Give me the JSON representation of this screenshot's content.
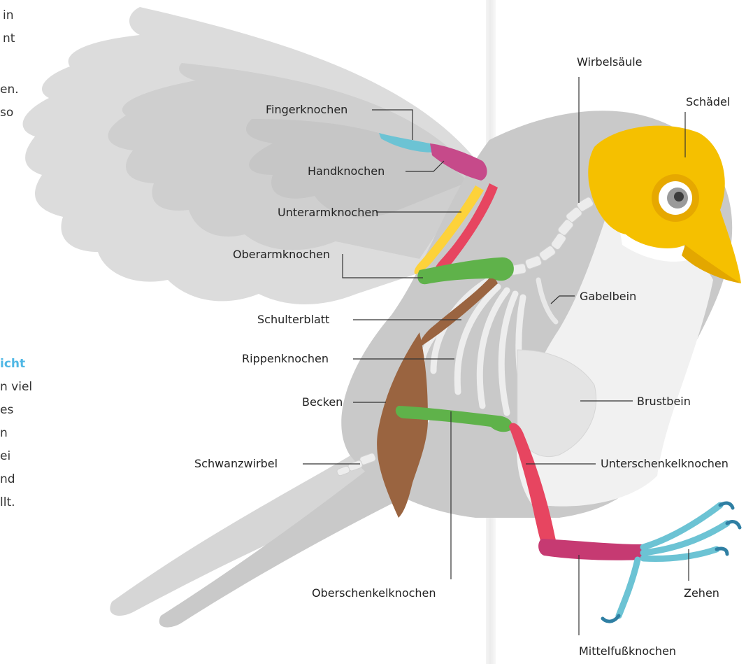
{
  "left_text_fragments": [
    {
      "text": "in",
      "blue": false
    },
    {
      "text": "nt",
      "blue": false
    },
    {
      "text": "en.",
      "blue": false
    },
    {
      "text": "so",
      "blue": false
    },
    {
      "text": "icht",
      "blue": true
    },
    {
      "text": "n viel",
      "blue": false
    },
    {
      "text": "es",
      "blue": false
    },
    {
      "text": "n",
      "blue": false
    },
    {
      "text": "ei",
      "blue": false
    },
    {
      "text": "nd",
      "blue": false
    },
    {
      "text": "llt.",
      "blue": false
    }
  ],
  "labels": {
    "wirbelsaeule": "Wirbelsäule",
    "schaedel": "Schädel",
    "fingerknochen": "Fingerknochen",
    "handknochen": "Handknochen",
    "unterarmknochen": "Unterarmknochen",
    "oberarmknochen": "Oberarmknochen",
    "gabelbein": "Gabelbein",
    "schulterblatt": "Schulterblatt",
    "rippenknochen": "Rippenknochen",
    "becken": "Becken",
    "brustbein": "Brustbein",
    "schwanzwirbel": "Schwanzwirbel",
    "unterschenkelknochen": "Unterschenkelknochen",
    "oberschenkelknochen": "Oberschenkelknochen",
    "zehen": "Zehen",
    "mittelfussknochen": "Mittelfußknochen"
  },
  "colors": {
    "skull": "#f5c000",
    "forearm": "#fdd23a",
    "humerus_femur": "#5fb24a",
    "hand": "#c64a8a",
    "finger_toes": "#6cc3d4",
    "tibia": "#e74560",
    "metatarsus": "#c63a72",
    "pelvis_scapula": "#9a6440",
    "ribs_spine": "#ececec",
    "body_grey": "#c8c8c8",
    "wing_grey": "#d9d9d9",
    "accent_text": "#4fb7e5"
  }
}
